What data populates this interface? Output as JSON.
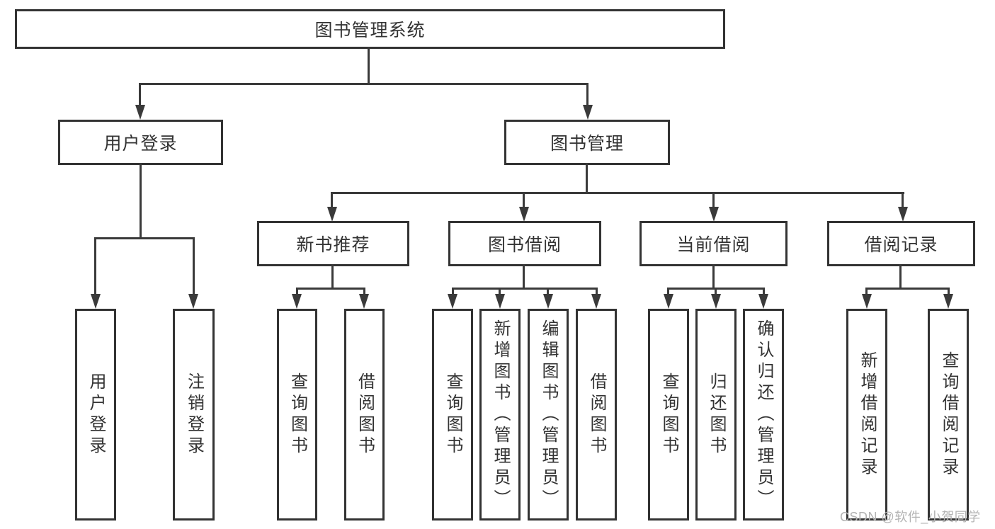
{
  "diagram": {
    "type": "hierarchy-tree",
    "colors": {
      "line": "#3a3a3a",
      "box_border": "#333333",
      "text": "#333333",
      "watermark": "#b3b3b3",
      "background": "#ffffff"
    },
    "root": {
      "label": "图书管理系统"
    },
    "level2": [
      {
        "label": "用户登录",
        "children": [
          {
            "label": "用户登录"
          },
          {
            "label": "注销登录"
          }
        ]
      },
      {
        "label": "图书管理",
        "children": [
          {
            "label": "新书推荐",
            "children": [
              {
                "label": "查询图书"
              },
              {
                "label": "借阅图书"
              }
            ]
          },
          {
            "label": "图书借阅",
            "children": [
              {
                "label": "查询图书"
              },
              {
                "label": "新增图书（管理员）"
              },
              {
                "label": "编辑图书（管理员）"
              },
              {
                "label": "借阅图书"
              }
            ]
          },
          {
            "label": "当前借阅",
            "children": [
              {
                "label": "查询图书"
              },
              {
                "label": "归还图书"
              },
              {
                "label": "确认归还（管理员）"
              }
            ]
          },
          {
            "label": "借阅记录",
            "children": [
              {
                "label": "新增借阅记录"
              },
              {
                "label": "查询借阅记录"
              }
            ]
          }
        ]
      }
    ]
  },
  "watermark": {
    "text": "CSDN @软件_小贺同学"
  }
}
